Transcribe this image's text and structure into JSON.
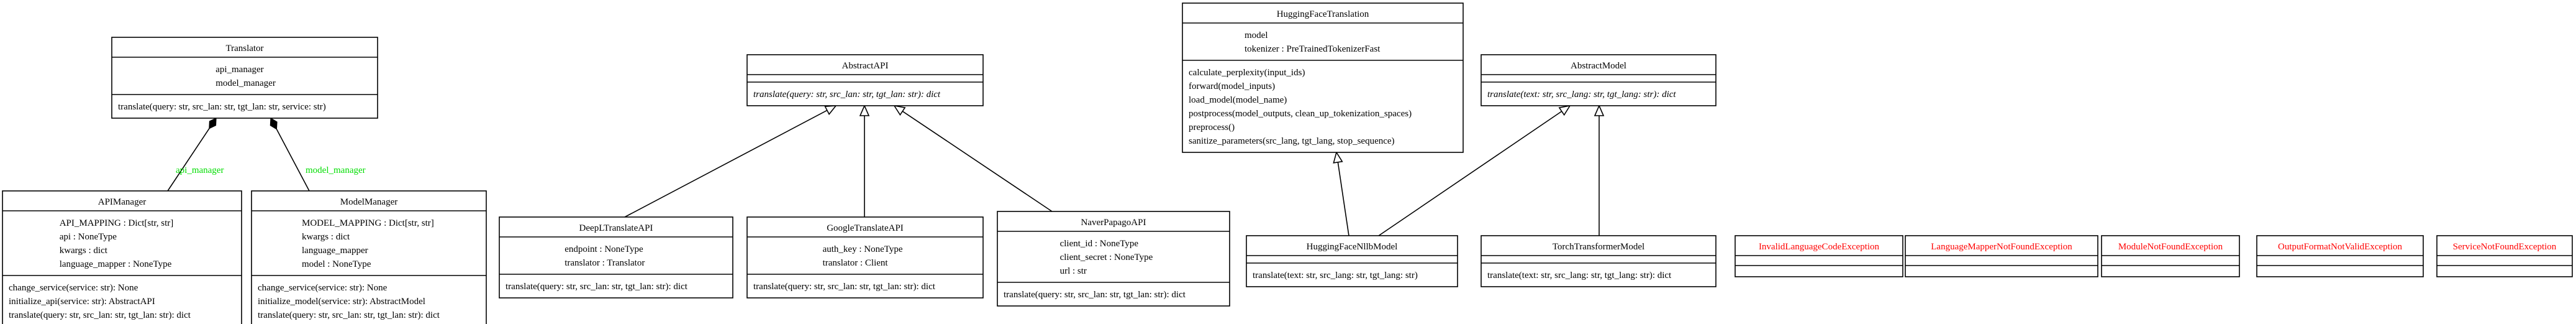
{
  "colors": {
    "line": "#000000",
    "exception_text": "#ff0000",
    "association_label": "#00dd00",
    "background": "#ffffff"
  },
  "classes": {
    "translator": {
      "name": "Translator",
      "attributes": [
        "api_manager",
        "model_manager"
      ],
      "methods": [
        "translate(query: str, src_lan: str, tgt_lan: str, service: str)"
      ]
    },
    "api_manager": {
      "name": "APIManager",
      "attributes": [
        "API_MAPPING : Dict[str, str]",
        "api : NoneType",
        "kwargs : dict",
        "language_mapper : NoneType"
      ],
      "methods": [
        "change_service(service: str): None",
        "initialize_api(service: str): AbstractAPI",
        "translate(query: str, src_lan: str, tgt_lan: str): dict"
      ]
    },
    "model_manager": {
      "name": "ModelManager",
      "attributes": [
        "MODEL_MAPPING : Dict[str, str]",
        "kwargs : dict",
        "language_mapper",
        "model : NoneType"
      ],
      "methods": [
        "change_service(service: str): None",
        "initialize_model(service: str): AbstractModel",
        "translate(query: str, src_lan: str, tgt_lan: str): dict"
      ]
    },
    "abstract_api": {
      "name": "AbstractAPI",
      "attributes": [],
      "methods": [
        "translate(query: str, src_lan: str, tgt_lan: str): dict"
      ]
    },
    "deepl_translate_api": {
      "name": "DeepLTranslateAPI",
      "attributes": [
        "endpoint : NoneType",
        "translator : Translator"
      ],
      "methods": [
        "translate(query: str, src_lan: str, tgt_lan: str): dict"
      ]
    },
    "google_translate_api": {
      "name": "GoogleTranslateAPI",
      "attributes": [
        "auth_key : NoneType",
        "translator : Client"
      ],
      "methods": [
        "translate(query: str, src_lan: str, tgt_lan: str): dict"
      ]
    },
    "naver_papago_api": {
      "name": "NaverPapagoAPI",
      "attributes": [
        "client_id : NoneType",
        "client_secret : NoneType",
        "url : str"
      ],
      "methods": [
        "translate(query: str, src_lan: str, tgt_lan: str): dict"
      ]
    },
    "hugging_face_translation": {
      "name": "HuggingFaceTranslation",
      "attributes": [
        "model",
        "tokenizer : PreTrainedTokenizerFast"
      ],
      "methods": [
        "calculate_perplexity(input_ids)",
        "forward(model_inputs)",
        "load_model(model_name)",
        "postprocess(model_outputs, clean_up_tokenization_spaces)",
        "preprocess()",
        "sanitize_parameters(src_lang, tgt_lang, stop_sequence)"
      ]
    },
    "abstract_model": {
      "name": "AbstractModel",
      "attributes": [],
      "methods": [
        "translate(text: str, src_lang: str, tgt_lang: str): dict"
      ]
    },
    "hugging_face_nllb_model": {
      "name": "HuggingFaceNllbModel",
      "attributes": [],
      "methods": [
        "translate(text: str, src_lang: str, tgt_lang: str)"
      ]
    },
    "torch_transformer_model": {
      "name": "TorchTransformerModel",
      "attributes": [],
      "methods": [
        "translate(text: str, src_lang: str, tgt_lang: str): dict"
      ]
    }
  },
  "exceptions": [
    "InvalidLanguageCodeException",
    "LanguageMapperNotFoundException",
    "ModuleNotFoundException",
    "OutputFormatNotValidException",
    "ServiceNotFoundException"
  ],
  "associations": [
    {
      "from": "api_manager",
      "to": "translator",
      "label": "api_manager"
    },
    {
      "from": "model_manager",
      "to": "translator",
      "label": "model_manager"
    }
  ],
  "inheritance": [
    {
      "child": "deepl_translate_api",
      "parent": "abstract_api"
    },
    {
      "child": "google_translate_api",
      "parent": "abstract_api"
    },
    {
      "child": "naver_papago_api",
      "parent": "abstract_api"
    },
    {
      "child": "hugging_face_nllb_model",
      "parent": "hugging_face_translation"
    },
    {
      "child": "hugging_face_nllb_model",
      "parent": "abstract_model"
    },
    {
      "child": "torch_transformer_model",
      "parent": "abstract_model"
    }
  ]
}
